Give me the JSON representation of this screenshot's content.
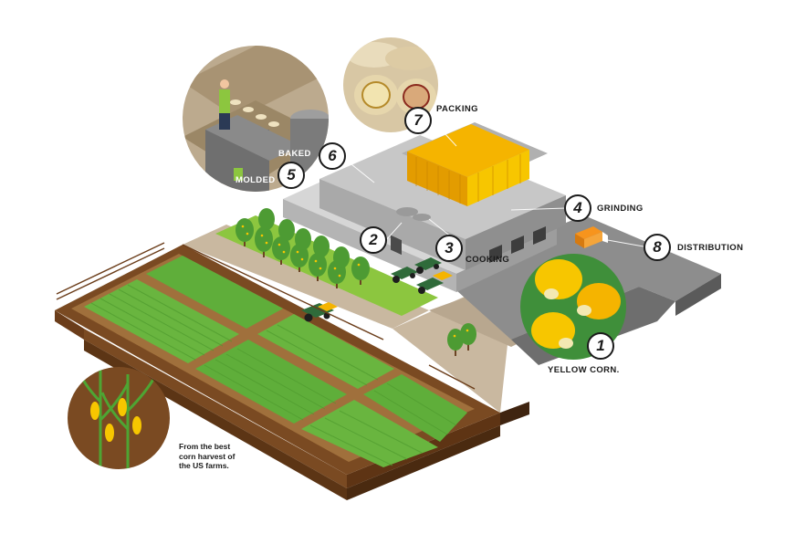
{
  "steps": [
    {
      "number": "1",
      "label": "YELLOW CORN."
    },
    {
      "number": "2",
      "label": ""
    },
    {
      "number": "3",
      "label": "COOKING"
    },
    {
      "number": "4",
      "label": "GRINDING"
    },
    {
      "number": "5",
      "label": "MOLDED"
    },
    {
      "number": "6",
      "label": "BAKED"
    },
    {
      "number": "7",
      "label": "PACKING"
    },
    {
      "number": "8",
      "label": "DISTRIBUTION"
    }
  ],
  "caption": {
    "line1": "From the best",
    "line2": "corn harvest of",
    "line3": "the US farms."
  },
  "colors": {
    "grass": "#8cc63f",
    "crop": "#5fae3a",
    "soil": "#7a4a22",
    "road": "#8d8d8d",
    "building": "#c7c7c7",
    "corn": "#f7c600",
    "crates": "#f5b400",
    "trees": "#3d8b2f"
  }
}
